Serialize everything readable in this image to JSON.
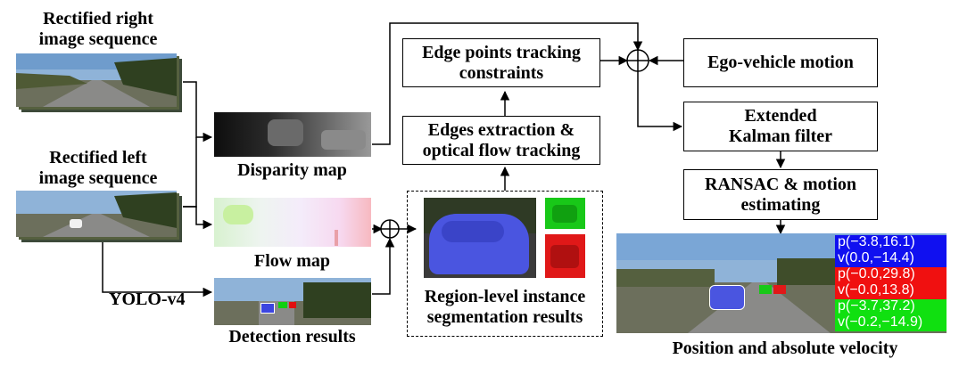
{
  "labels": {
    "right_seq": [
      "Rectified right",
      "image sequence"
    ],
    "left_seq": [
      "Rectified left",
      "image sequence"
    ],
    "disparity": "Disparity map",
    "flow": "Flow map",
    "yolo": "YOLO-v4",
    "detection": "Detection results",
    "region_seg": [
      "Region-level instance",
      "segmentation results"
    ],
    "position_velocity": "Position and absolute velocity"
  },
  "boxes": {
    "edge_tracking": [
      "Edge points tracking",
      "constraints"
    ],
    "edges_extraction": [
      "Edges extraction &",
      "optical flow tracking"
    ],
    "ego_motion": "Ego-vehicle motion",
    "ekf": [
      "Extended",
      "Kalman filter"
    ],
    "ransac": [
      "RANSAC & motion",
      "estimating"
    ]
  },
  "results": [
    {
      "p": "p(−3.8,16.1)",
      "v": "v(0.0,−14.4)",
      "color": "#1010f0"
    },
    {
      "p": "p(−0.0,29.8)",
      "v": "v(−0.0,13.8)",
      "color": "#f01010"
    },
    {
      "p": "p(−3.7,37.2)",
      "v": "v(−0.2,−14.9)",
      "color": "#10e010"
    }
  ],
  "colors": {
    "blue_object": "#4a55e0",
    "red_object": "#e01818",
    "green_object": "#18c818"
  }
}
